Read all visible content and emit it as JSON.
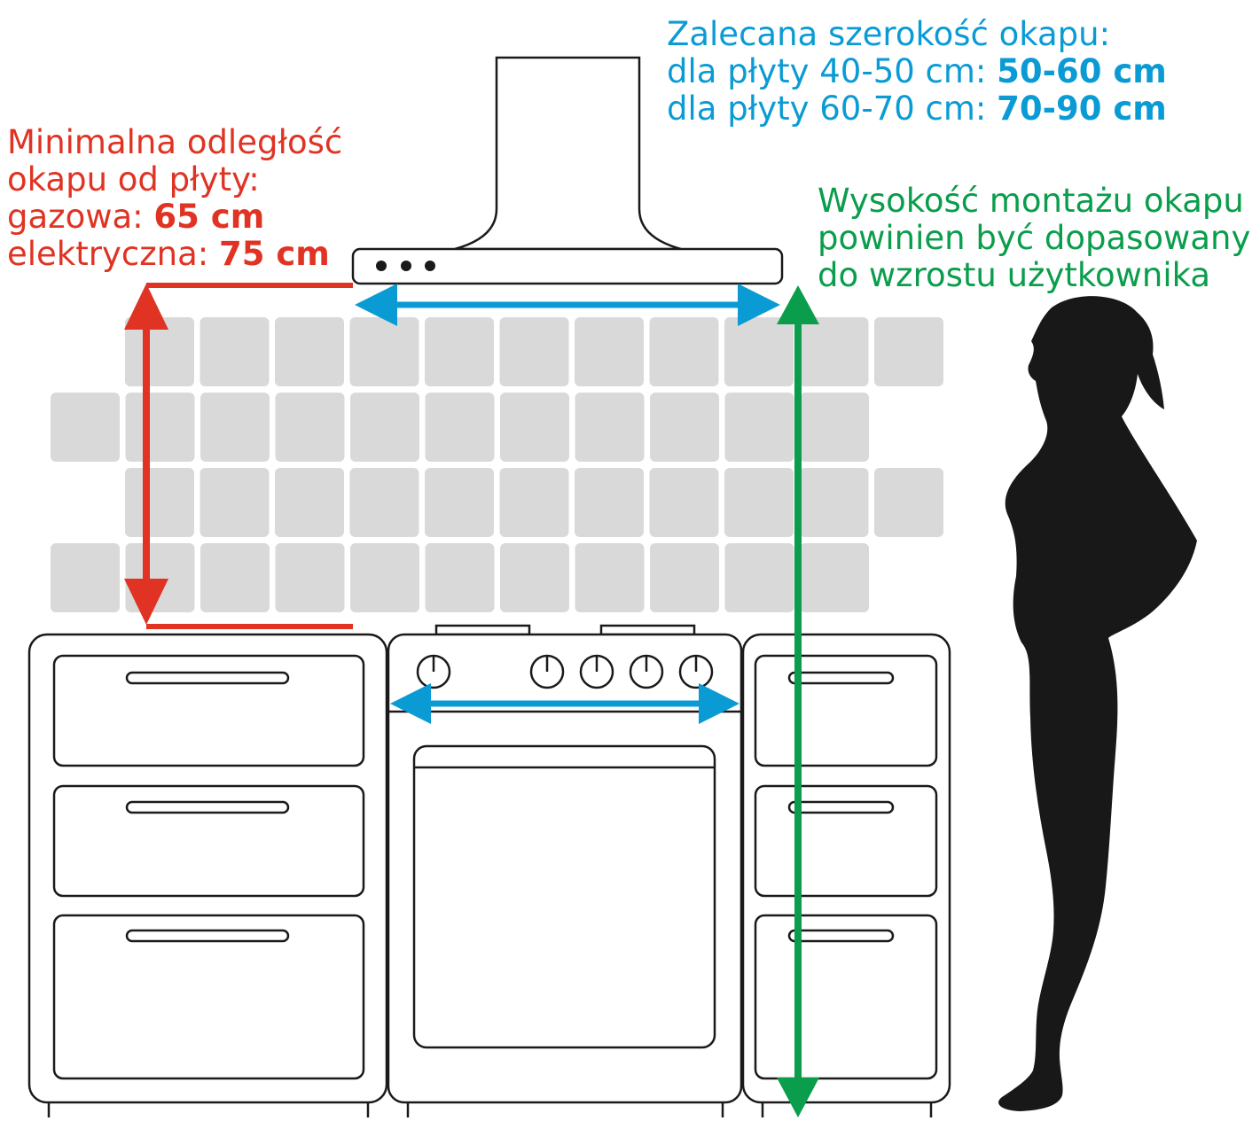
{
  "colors": {
    "red": "#E03323",
    "blue": "#0A9BD5",
    "green": "#0A9D4B",
    "tile": "#D9D9D9",
    "line": "#1A1A1A",
    "silhouette": "#181818"
  },
  "hood_distance": {
    "line1": "Minimalna odległość",
    "line2": "okapu od płyty:",
    "gas_label": "gazowa: ",
    "gas_value": "65 cm",
    "electric_label": "elektryczna: ",
    "electric_value": "75 cm"
  },
  "hood_width": {
    "line1": "Zalecana szerokość okapu:",
    "small_label": "dla płyty 40-50 cm: ",
    "small_value": "50-60 cm",
    "large_label": "dla płyty 60-70 cm: ",
    "large_value": "70-90 cm"
  },
  "mount_height": {
    "line1": "Wysokość montażu okapu",
    "line2": "powinien być dopasowany",
    "line3": "do wzrostu użytkownika"
  }
}
